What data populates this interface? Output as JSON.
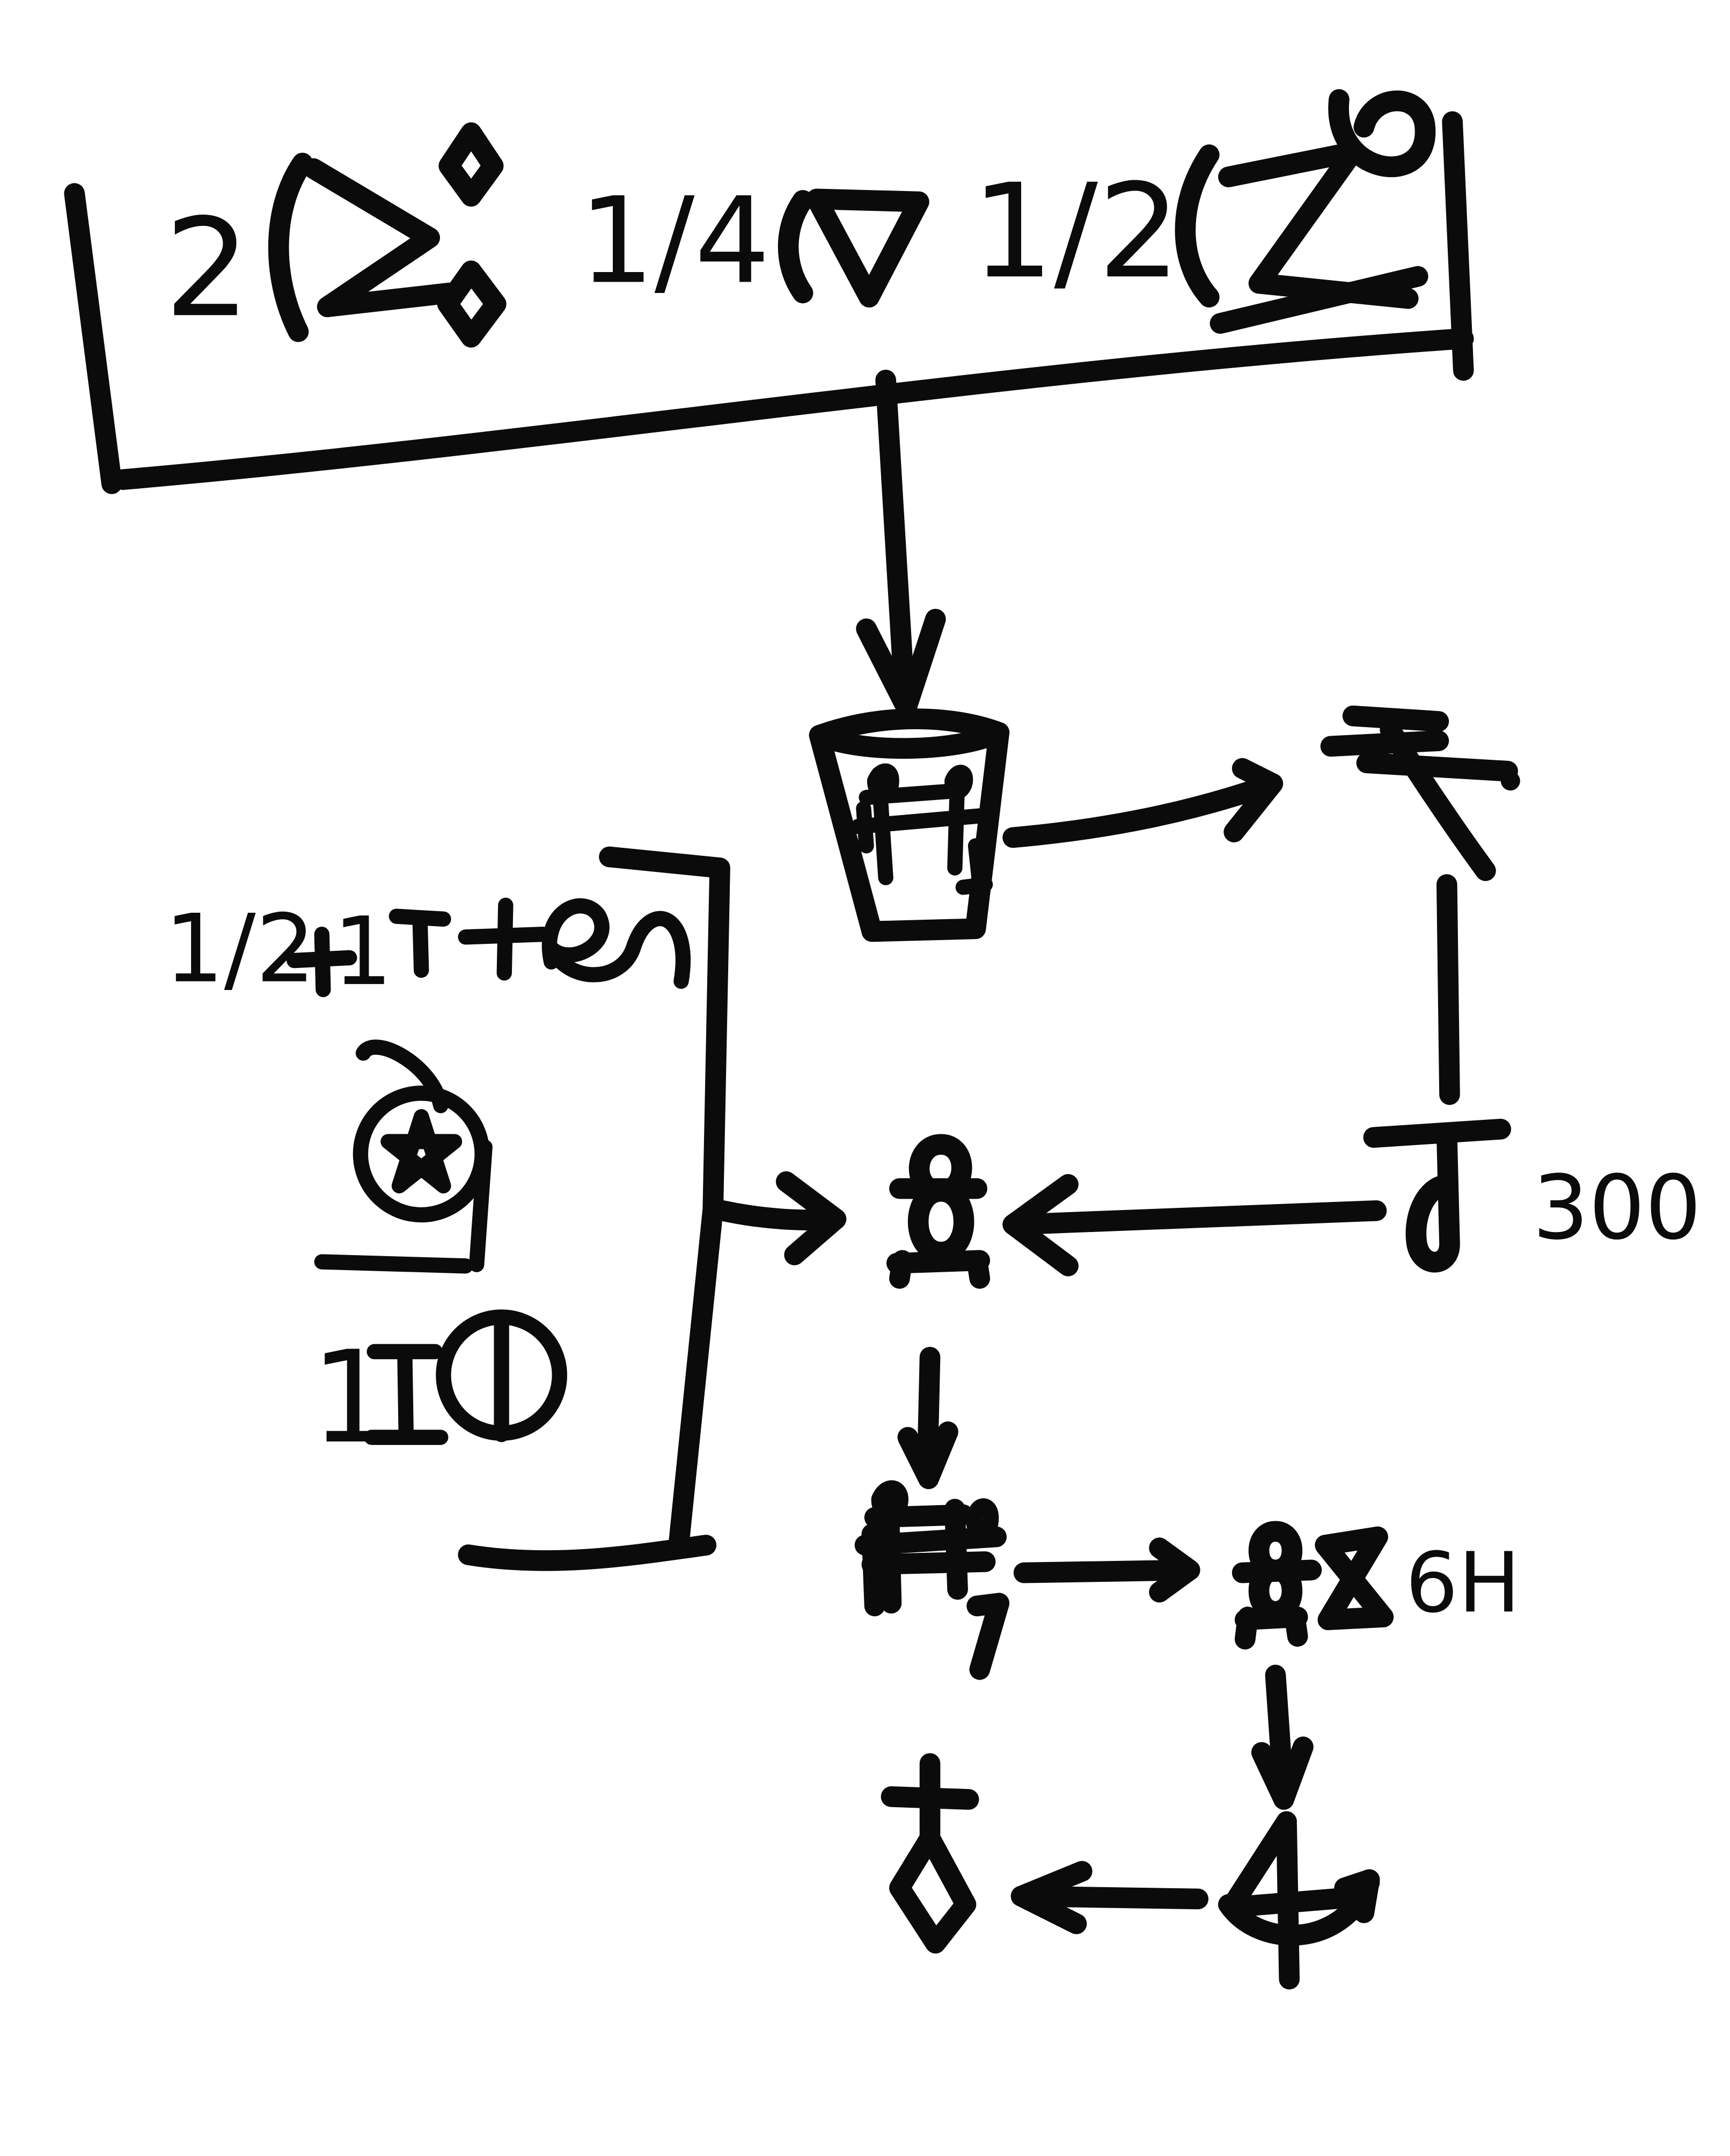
{
  "diagram": {
    "style": "hand-drawn alchemical recipe flowchart",
    "ink_color": "#0b0b0b",
    "background_color": "#ffffff",
    "ingredients_box": {
      "entries": [
        {
          "quantity": "2",
          "symbol": "sigma-between-diamonds-icon"
        },
        {
          "quantity": "1/4",
          "symbol": "downward-triangle-icon"
        },
        {
          "quantity": "1/2",
          "symbol": "sigma-with-loop-icon"
        }
      ]
    },
    "vessel": {
      "symbol": "crucible-icon",
      "contents_symbol": "glyph-icon"
    },
    "steps": [
      {
        "id": "hammer",
        "symbol": "hammer-strike-icon"
      },
      {
        "id": "heat",
        "symbol": "anchor-hook-icon",
        "value": "300"
      },
      {
        "id": "combine",
        "symbol": "figure-eight-stand-icon"
      },
      {
        "id": "distill",
        "symbol": "glyph-icon"
      },
      {
        "id": "rest",
        "symbol": "figure-eight-stand-icon",
        "extra_symbol": "hourglass-icon",
        "value": "6H"
      },
      {
        "id": "spin",
        "symbol": "four-rotate-icon"
      },
      {
        "id": "result",
        "symbol": "diamond-cross-icon"
      }
    ],
    "side_inputs": {
      "line_1": {
        "quantities": [
          "1/2",
          "1"
        ],
        "symbols": [
          "tin-icon",
          "loop-icon"
        ]
      },
      "emblem": {
        "symbol": "pentagram-circle-icon"
      },
      "line_2": {
        "quantity": "1",
        "symbols": [
          "tin-icon",
          "circled-line-icon"
        ]
      }
    },
    "connectors": [
      {
        "from": "ingredients_box",
        "to": "vessel"
      },
      {
        "from": "vessel",
        "to": "hammer"
      },
      {
        "from": "hammer",
        "to": "heat"
      },
      {
        "from": "heat",
        "to": "combine"
      },
      {
        "from": "side_inputs",
        "to": "combine"
      },
      {
        "from": "combine",
        "to": "distill"
      },
      {
        "from": "distill",
        "to": "rest"
      },
      {
        "from": "rest",
        "to": "spin"
      },
      {
        "from": "spin",
        "to": "result"
      }
    ]
  }
}
